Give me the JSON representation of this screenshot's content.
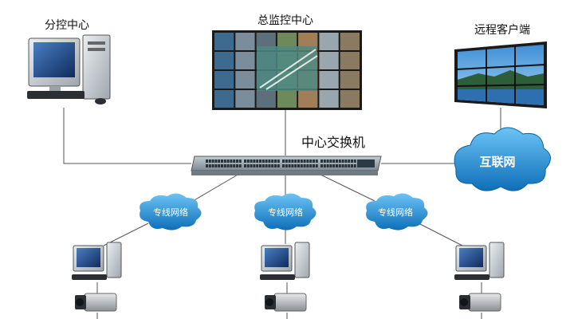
{
  "labels": {
    "branch_center": "分控中心",
    "main_center": "总监控中心",
    "remote_client": "远程客户端",
    "core_switch": "中心交换机",
    "internet": "互联网",
    "private_net_1": "专线网络",
    "private_net_2": "专线网络",
    "private_net_3": "专线网络"
  },
  "colors": {
    "cloud_fill": "#1b86d1",
    "cloud_light": "#5bb7ef",
    "line": "#555555",
    "switch_body": "#8f9aa3",
    "wall_bezel": "#1a1a1a",
    "sky": "#5aa8e0",
    "water": "#2e6fb0"
  },
  "icons": {
    "branch_pc": "desktop-computer-icon",
    "main_wall": "video-wall-icon",
    "remote_wall": "video-wall-icon",
    "switch": "network-switch-icon",
    "site_pc": "desktop-computer-icon",
    "camera": "security-camera-icon"
  }
}
